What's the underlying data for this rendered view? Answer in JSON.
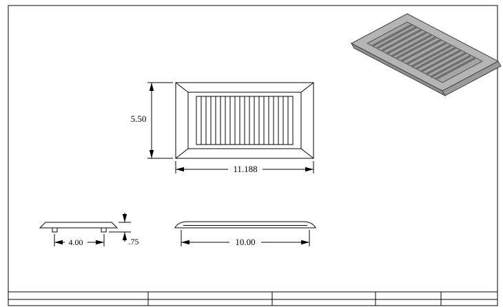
{
  "sheet": {
    "background": "#ffffff",
    "line_color": "#000000"
  },
  "top_view": {
    "dim_width_label": "11.188",
    "dim_height_label": "5.50"
  },
  "side_view_small": {
    "dim_width_label": "4.00",
    "dim_height_label": ".75"
  },
  "side_view_large": {
    "dim_width_label": "10.00"
  },
  "iso_view": {
    "body_fill": "#b5b5b5",
    "recess_fill": "#a6a6a6",
    "edge_dark_fill": "#8f8f8f",
    "edge_mid_fill": "#9a9a9a",
    "louver_color": "#6f6f6f"
  }
}
